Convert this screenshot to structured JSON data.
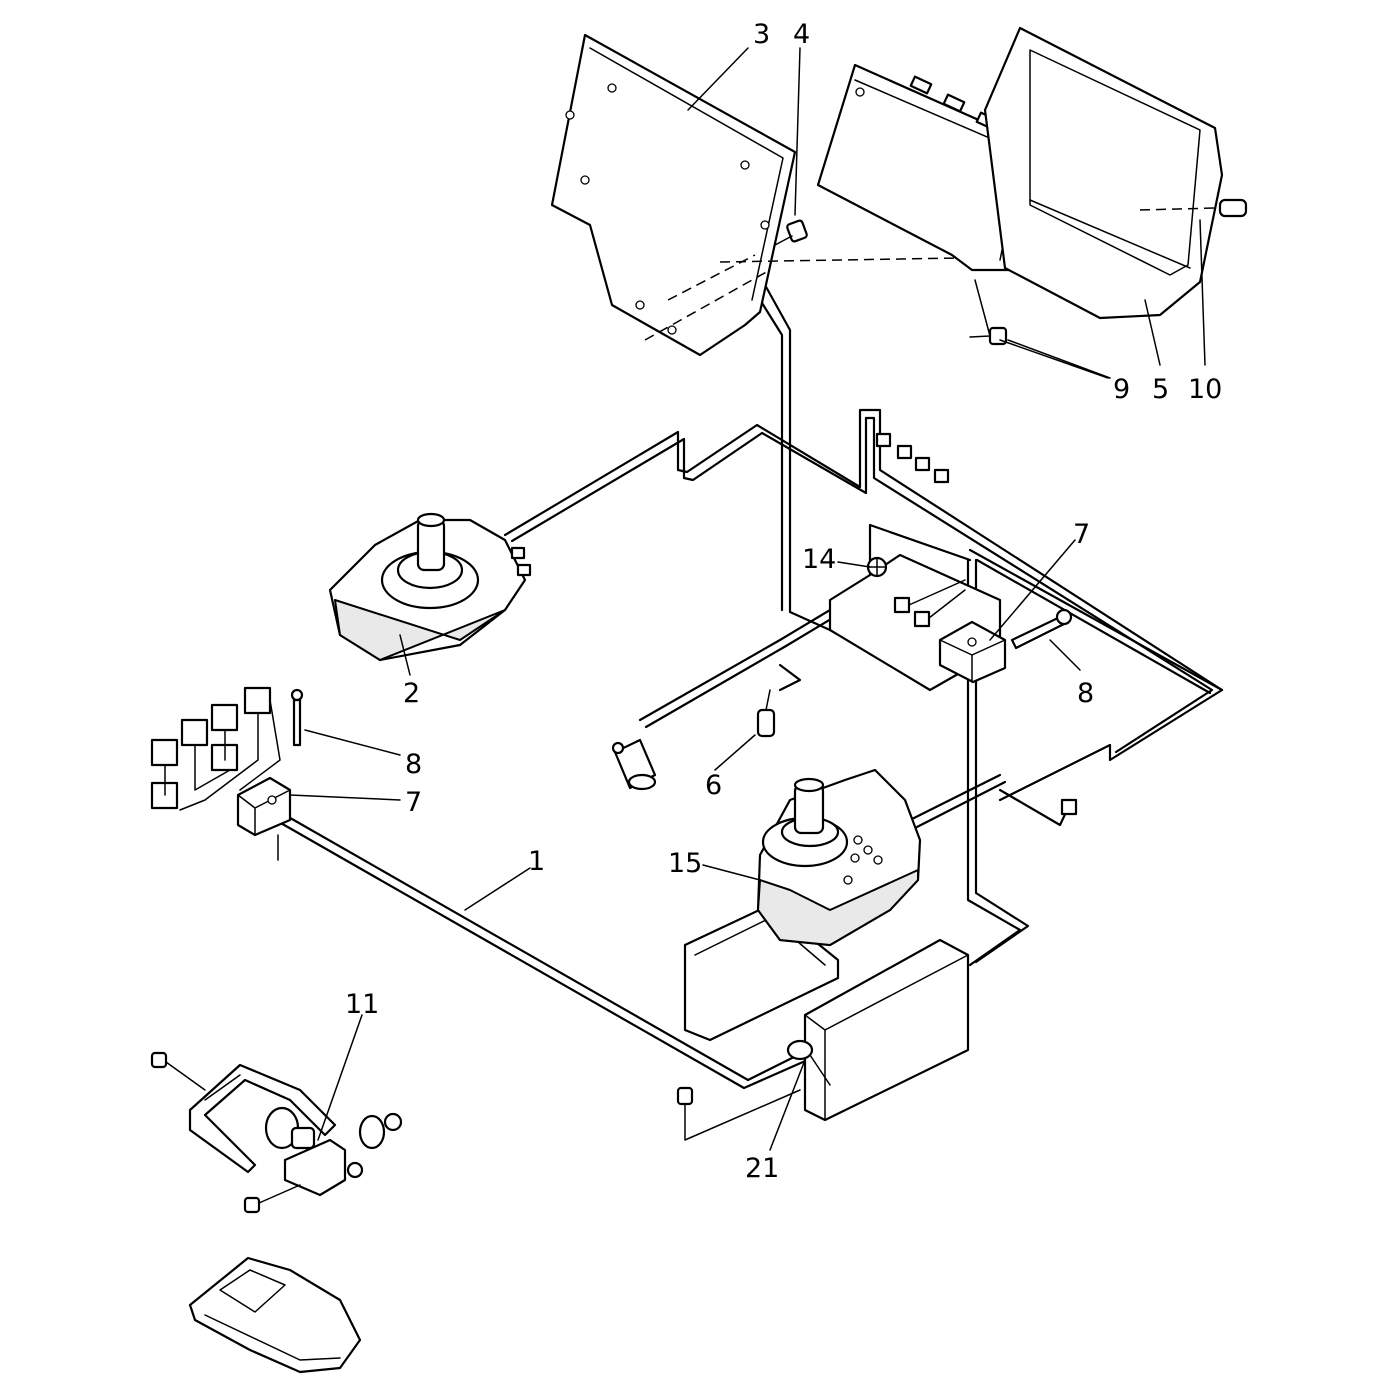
{
  "callouts": {
    "c1": "1",
    "c2": "2",
    "c3": "3",
    "c4": "4",
    "c5": "5",
    "c6": "6",
    "c7a": "7",
    "c7b": "7",
    "c8a": "8",
    "c8b": "8",
    "c9": "9",
    "c10": "10",
    "c11": "11",
    "c14": "14",
    "c15": "15",
    "c21": "21"
  },
  "icons": {
    "panel_3": "mounting-plate",
    "module_5": "control-module-housing",
    "joystick_2": "joystick-controller",
    "joystick_15": "joystick-controller",
    "box_21": "junction-box",
    "bracket_11": "mounting-bracket",
    "cover": "protective-cover"
  },
  "colors": {
    "line": "#000000",
    "background": "#ffffff"
  }
}
